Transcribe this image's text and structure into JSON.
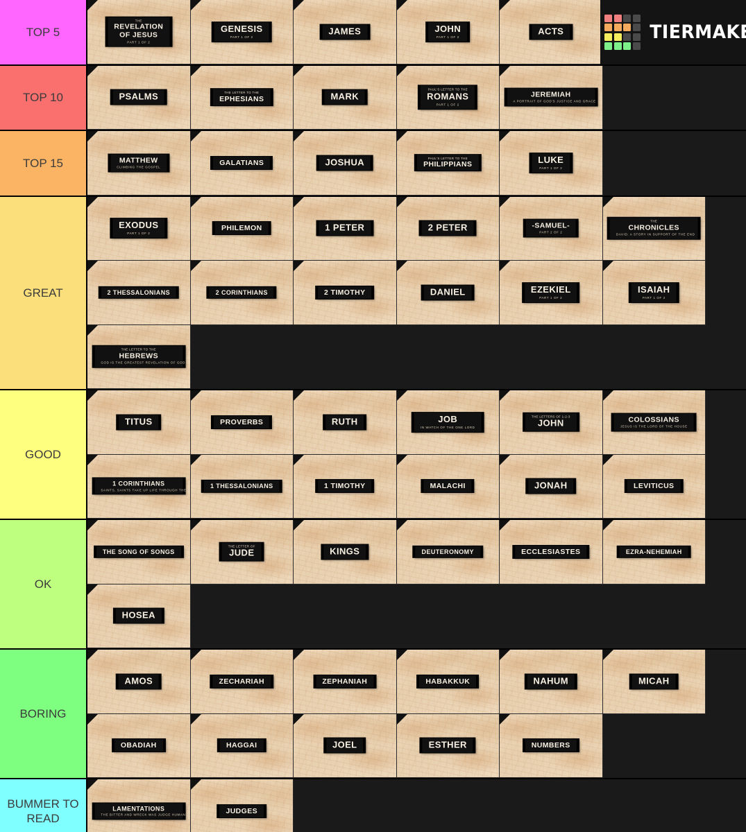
{
  "watermark": {
    "brand": "TIERMAKER",
    "logo_icon": "tiermaker-grid-icon",
    "grid_colors": [
      "#f08080",
      "#f08080",
      "#4a4a4a",
      "#4a4a4a",
      "#f5ab5e",
      "#f5ab5e",
      "#f5ab5e",
      "#4a4a4a",
      "#f5ec5e",
      "#f5ec5e",
      "#4a4a4a",
      "#4a4a4a",
      "#7ef08a",
      "#7ef08a",
      "#7ef08a",
      "#4a4a4a"
    ]
  },
  "tiers": [
    {
      "label": "TOP 5",
      "color": "#ff66ff",
      "items": [
        {
          "pre": "THE",
          "main": "REVELATION",
          "main2": "OF JESUS",
          "sub": "PART 1 OF 2",
          "size": "s"
        },
        {
          "pre": "",
          "main": "GENESIS",
          "sub": "PART 1 OF 2",
          "size": ""
        },
        {
          "pre": "",
          "main": "JAMES",
          "sub": "",
          "size": ""
        },
        {
          "pre": "",
          "main": "JOHN",
          "sub": "PART 1 OF 2",
          "size": ""
        },
        {
          "pre": "",
          "main": "ACTS",
          "sub": "",
          "size": ""
        }
      ]
    },
    {
      "label": "TOP 10",
      "color": "#f9706e",
      "items": [
        {
          "pre": "",
          "main": "PSALMS",
          "sub": "",
          "size": ""
        },
        {
          "pre": "THE LETTER TO THE",
          "main": "EPHESIANS",
          "sub": "",
          "size": "s"
        },
        {
          "pre": "",
          "main": "MARK",
          "sub": "",
          "size": ""
        },
        {
          "pre": "PAUL'S LETTER TO THE",
          "main": "ROMANS",
          "sub": "PART 1 OF 2",
          "size": ""
        },
        {
          "pre": "",
          "main": "JEREMIAH",
          "sub": "A PORTRAIT OF GOD'S JUSTICE AND GRACE",
          "size": "s"
        }
      ]
    },
    {
      "label": "TOP 15",
      "color": "#fbb464",
      "items": [
        {
          "pre": "",
          "main": "MATTHEW",
          "sub": "CLIMBING THE GOSPEL",
          "size": "s"
        },
        {
          "pre": "",
          "main": "GALATIANS",
          "sub": "",
          "size": "s"
        },
        {
          "pre": "",
          "main": "JOSHUA",
          "sub": "",
          "size": ""
        },
        {
          "pre": "PAUL'S LETTER TO THE",
          "main": "PHILIPPIANS",
          "sub": "",
          "size": "s"
        },
        {
          "pre": "",
          "main": "LUKE",
          "sub": "PART 1 OF 2",
          "size": ""
        }
      ]
    },
    {
      "label": "GREAT",
      "color": "#fbdf7a",
      "items": [
        {
          "pre": "",
          "main": "EXODUS",
          "sub": "PART 1 OF 2",
          "size": ""
        },
        {
          "pre": "",
          "main": "PHILEMON",
          "sub": "",
          "size": "s"
        },
        {
          "pre": "",
          "main": "1 PETER",
          "sub": "",
          "size": ""
        },
        {
          "pre": "",
          "main": "2 PETER",
          "sub": "",
          "size": ""
        },
        {
          "pre": "",
          "main": "-SAMUEL-",
          "sub": "PART 2 OF 2",
          "size": "s"
        },
        {
          "pre": "THE",
          "main": "CHRONICLES",
          "sub": "DAVID: A STORY IN SUPPORT OF THE END",
          "size": "s"
        },
        {
          "pre": "",
          "main": "2 THESSALONIANS",
          "sub": "",
          "size": "xs"
        },
        {
          "pre": "",
          "main": "2 CORINTHIANS",
          "sub": "",
          "size": "xs"
        },
        {
          "pre": "",
          "main": "2 TIMOTHY",
          "sub": "",
          "size": "s"
        },
        {
          "pre": "",
          "main": "DANIEL",
          "sub": "",
          "size": ""
        },
        {
          "pre": "",
          "main": "EZEKIEL",
          "sub": "PART 1 OF 2",
          "size": ""
        },
        {
          "pre": "",
          "main": "ISAIAH",
          "sub": "PART 1 OF 2",
          "size": ""
        },
        {
          "pre": "THE LETTER TO THE",
          "main": "HEBREWS",
          "sub": "GOD IS THE GREATEST REVELATION OF GOD",
          "size": "s"
        }
      ]
    },
    {
      "label": "GOOD",
      "color": "#ffff7f",
      "items": [
        {
          "pre": "",
          "main": "TITUS",
          "sub": "",
          "size": ""
        },
        {
          "pre": "",
          "main": "PROVERBS",
          "sub": "",
          "size": "s"
        },
        {
          "pre": "",
          "main": "RUTH",
          "sub": "",
          "size": ""
        },
        {
          "pre": "",
          "main": "JOB",
          "sub": "IN WATCH OF THE ONE LORD",
          "size": ""
        },
        {
          "pre": "THE LETTERS OF 1-2-3",
          "main": "JOHN",
          "sub": "",
          "size": ""
        },
        {
          "pre": "",
          "main": "COLOSSIANS",
          "sub": "JESUS IS THE LORD OF THE HOUSE",
          "size": "s"
        },
        {
          "pre": "",
          "main": "1 CORINTHIANS",
          "sub": "SAINTS, SAINTS TAKE UP LIFE THROUGH THE GOSPEL",
          "size": "xs"
        },
        {
          "pre": "",
          "main": "1 THESSALONIANS",
          "sub": "",
          "size": "xs"
        },
        {
          "pre": "",
          "main": "1 TIMOTHY",
          "sub": "",
          "size": "s"
        },
        {
          "pre": "",
          "main": "MALACHI",
          "sub": "",
          "size": "s"
        },
        {
          "pre": "",
          "main": "JONAH",
          "sub": "",
          "size": ""
        },
        {
          "pre": "",
          "main": "LEVITICUS",
          "sub": "",
          "size": "s"
        }
      ]
    },
    {
      "label": "OK",
      "color": "#bfff7f",
      "items": [
        {
          "pre": "",
          "main": "THE SONG OF SONGS",
          "sub": "",
          "size": "xs"
        },
        {
          "pre": "THE LETTER OF",
          "main": "JUDE",
          "sub": "",
          "size": ""
        },
        {
          "pre": "",
          "main": "KINGS",
          "sub": "",
          "size": ""
        },
        {
          "pre": "",
          "main": "DEUTERONOMY",
          "sub": "",
          "size": "xs"
        },
        {
          "pre": "",
          "main": "ECCLESIASTES",
          "sub": "",
          "size": "s"
        },
        {
          "pre": "",
          "main": "EZRA-NEHEMIAH",
          "sub": "",
          "size": "xs"
        },
        {
          "pre": "",
          "main": "HOSEA",
          "sub": "",
          "size": ""
        }
      ]
    },
    {
      "label": "BORING",
      "color": "#7fff7f",
      "items": [
        {
          "pre": "",
          "main": "AMOS",
          "sub": "",
          "size": ""
        },
        {
          "pre": "",
          "main": "ZECHARIAH",
          "sub": "",
          "size": "s"
        },
        {
          "pre": "",
          "main": "ZEPHANIAH",
          "sub": "",
          "size": "s"
        },
        {
          "pre": "",
          "main": "HABAKKUK",
          "sub": "",
          "size": "s"
        },
        {
          "pre": "",
          "main": "NAHUM",
          "sub": "",
          "size": ""
        },
        {
          "pre": "",
          "main": "MICAH",
          "sub": "",
          "size": ""
        },
        {
          "pre": "",
          "main": "OBADIAH",
          "sub": "",
          "size": "s"
        },
        {
          "pre": "",
          "main": "HAGGAI",
          "sub": "",
          "size": "s"
        },
        {
          "pre": "",
          "main": "JOEL",
          "sub": "",
          "size": ""
        },
        {
          "pre": "",
          "main": "ESTHER",
          "sub": "",
          "size": ""
        },
        {
          "pre": "",
          "main": "NUMBERS",
          "sub": "",
          "size": "s"
        }
      ]
    },
    {
      "label": "BUMMER TO READ",
      "color": "#7fffff",
      "items": [
        {
          "pre": "",
          "main": "LAMENTATIONS",
          "sub": "THE BITTER AND WRECK WAS JUDGE HUMAN EVIL",
          "size": "xs"
        },
        {
          "pre": "",
          "main": "JUDGES",
          "sub": "",
          "size": "s"
        }
      ]
    }
  ]
}
